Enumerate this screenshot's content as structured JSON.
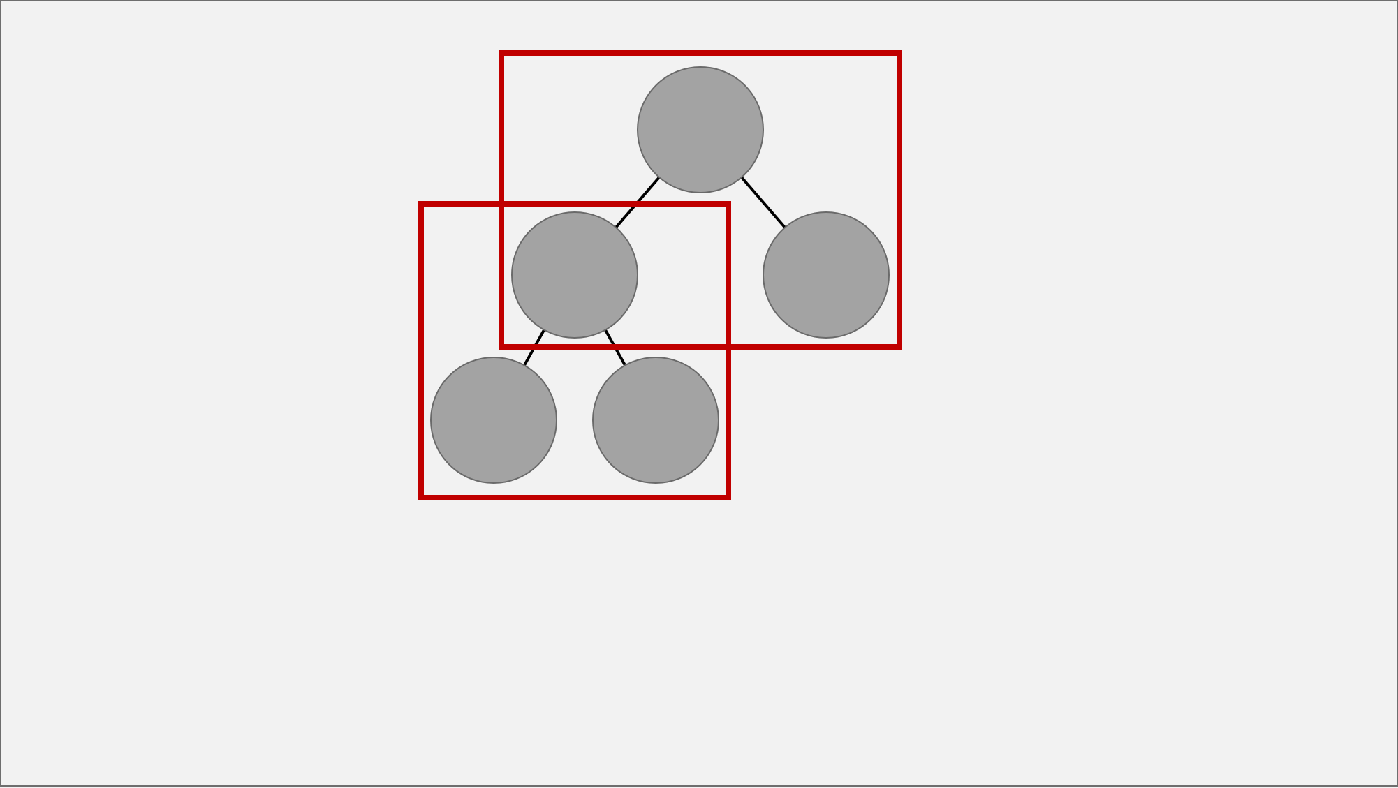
{
  "diagram": {
    "type": "binary-tree",
    "nodes": [
      {
        "id": "root",
        "label": ""
      },
      {
        "id": "left-child",
        "label": ""
      },
      {
        "id": "right-child",
        "label": ""
      },
      {
        "id": "left-left-grandchild",
        "label": ""
      },
      {
        "id": "left-right-grandchild",
        "label": ""
      }
    ],
    "edges": [
      {
        "from": "root",
        "to": "left-child"
      },
      {
        "from": "root",
        "to": "right-child"
      },
      {
        "from": "left-child",
        "to": "left-left-grandchild"
      },
      {
        "from": "left-child",
        "to": "left-right-grandchild"
      }
    ],
    "highlight_groups": [
      {
        "id": "root-subtree",
        "contains": [
          "root",
          "left-child",
          "right-child"
        ]
      },
      {
        "id": "left-subtree",
        "contains": [
          "left-child",
          "left-left-grandchild",
          "left-right-grandchild"
        ]
      }
    ]
  },
  "colors": {
    "background": "#f2f2f2",
    "frame": "#6e6e6e",
    "node_fill": "#a3a3a3",
    "node_stroke": "#6a6a6a",
    "edge": "#000000",
    "highlight": "#c00000"
  }
}
